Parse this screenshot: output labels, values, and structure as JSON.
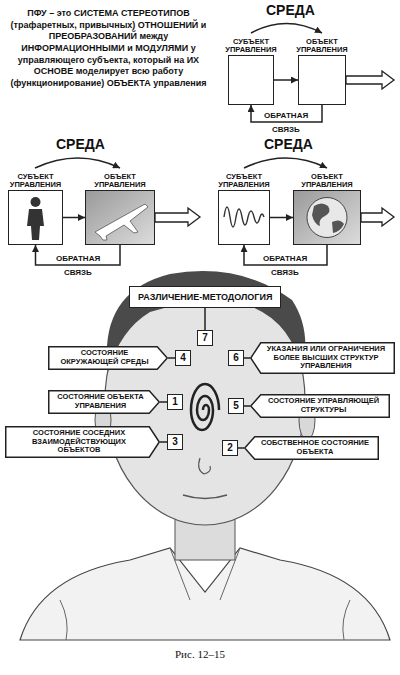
{
  "diagram": {
    "caption": "Рис. 12–15",
    "nodes": [
      {
        "text": [
          "СУБЪЕКТ УПРАВЛЕНИЯ"
        ]
      },
      {
        "text": [
          "ОБЪЕКТ УПРАВЛЕНИЯ"
        ]
      },
      {
        "text": [
          "СУБЪЕКТ УПРАВЛЕНИЯ"
        ]
      },
      {
        "text": [
          "ОБЪЕКТ УПРАВЛЕНИЯ"
        ]
      },
      {
        "text": [
          "СУБЪЕКТ УПРАВЛЕНИЯ"
        ]
      },
      {
        "text": [
          "ОБЪЕКТ УПРАВЛЕНИЯ"
        ]
      },
      {
        "text": [
          "РАЗЛИЧЕНИЕ-МЕТОДОЛОГИЯ"
        ]
      },
      {
        "text": [
          "СОСТОЯНИЕ ОКРУЖАЮЩЕЙ СРЕДЫ"
        ]
      },
      {
        "text": [
          "4"
        ]
      },
      {
        "text": [
          "7"
        ]
      },
      {
        "text": [
          "УКАЗАНИЯ ИЛИ ОГРАНИЧЕНИЯ БОЛЕЕ ВЫСШИХ СТРУКТУР УПРАВЛЕНИЯ"
        ]
      },
      {
        "text": [
          "6"
        ]
      },
      {
        "text": [
          "СОСТОЯНИЕ ОБЪЕКТА УПРАВЛЕНИЯ"
        ]
      },
      {
        "text": [
          "1"
        ]
      },
      {
        "text": [
          "5"
        ]
      },
      {
        "text": [
          "СОСТОЯНИЕ УПРАВЛЯЮЩЕЙ СТРУКТУРЫ"
        ]
      },
      {
        "text": [
          "СОСТОЯНИЕ СОСЕДНИХ ВЗАИМОДЕЙСТВУЮЩИХ ОБЪЕКТОВ"
        ]
      },
      {
        "text": [
          "3"
        ]
      },
      {
        "text": [
          "2"
        ]
      },
      {
        "text": [
          "СОБСТВЕННОЕ СОСТОЯНИЕ ОБЪЕКТА"
        ]
      }
    ],
    "edges": [
      {
        "from": 0,
        "to": 1,
        "arrow": "to"
      },
      {
        "from": 1,
        "to": 0,
        "label": "ОБРАТНАЯ",
        "arrow": "to"
      },
      {
        "from": 2,
        "to": 3,
        "arrow": "to"
      },
      {
        "from": 3,
        "to": 2,
        "label": "ОБРАТНАЯ",
        "arrow": "to"
      },
      {
        "from": 4,
        "to": 5,
        "arrow": "to"
      },
      {
        "from": 5,
        "to": 4,
        "label": "ОБРАТНАЯ",
        "arrow": "to"
      },
      {
        "from": 9,
        "to": 6,
        "arrow": "none"
      },
      {
        "from": 7,
        "to": 8,
        "arrow": "none"
      },
      {
        "from": 10,
        "to": 11,
        "arrow": "none"
      },
      {
        "from": 12,
        "to": 13,
        "arrow": "none"
      },
      {
        "from": 15,
        "to": 14,
        "arrow": "none"
      },
      {
        "from": 16,
        "to": 17,
        "arrow": "none"
      },
      {
        "from": 19,
        "to": 18,
        "arrow": "none"
      }
    ],
    "labels": [
      "ПФУ – это СИСТЕМА СТЕРЕОТИПОВ (трафаретных, привычных) ОТНОШЕНИЙ и ПРЕОБРАЗОВАНИЙ между ИНФОРМАЦИОННЫМИ и МОДУЛЯМИ у управляющего субъекта, который на ИХ ОСНОВЕ моделирует всю работу (функционирование) ОБЪЕКТА управления",
      "СРЕДА",
      "СРЕДА",
      "СРЕДА",
      "СВЯЗЬ",
      "СВЯЗЬ",
      "СВЯЗЬ"
    ]
  }
}
